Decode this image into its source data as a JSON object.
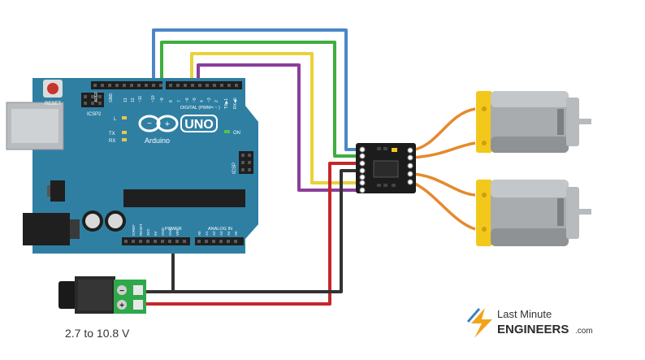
{
  "board": {
    "brand_text": "UNO",
    "sub_text": "Arduino",
    "reset_label": "RESET",
    "icsp2_label": "ICSP2",
    "icsp_label": "ICSP",
    "on_label": "ON",
    "l_label": "L",
    "tx_label": "TX",
    "rx_label": "RX",
    "aref_label": "AREF",
    "gnd_label": "GND",
    "digital_label": "DIGITAL (PWM= ~ )",
    "txd_label": "TX▶1",
    "rxd_label": "RX◀0",
    "power_label": "POWER",
    "analog_label": "ANALOG IN",
    "ioref_label": "IOREF",
    "reset_pin_label": "RESET",
    "v33_label": "3V3",
    "v5_label": "5V",
    "gnd1_label": "GND",
    "gnd2_label": "GND",
    "vin_label": "VIN",
    "a0_label": "A0",
    "a1_label": "A1",
    "a2_label": "A2",
    "a3_label": "A3",
    "a4_label": "A4",
    "a5_label": "A5",
    "pin13_label": "13",
    "pin12_label": "12",
    "pin11_label": "~11",
    "pin10_label": "~10",
    "pin9_label": "~9",
    "pin8_label": "8",
    "pin7_label": "7",
    "pin6_label": "~6",
    "pin5_label": "~5",
    "pin4_label": "4",
    "pin3_label": "~3",
    "pin2_label": "2"
  },
  "jack": {
    "minus_symbol": "−",
    "plus_symbol": "+"
  },
  "caption": "2.7 to 10.8 V",
  "logo": {
    "line1": "Last Minute",
    "line2": "ENGINEERS",
    "suffix": ".com"
  },
  "colors": {
    "board": "#2f7fa3",
    "wire_blue": "#4a86c8",
    "wire_green": "#3fae3f",
    "wire_yellow": "#e8d23a",
    "wire_purple": "#8b3f9a",
    "wire_red": "#c4262b",
    "wire_black": "#333333",
    "motor_yellow": "#f2c81b",
    "motor_wire": "#e58a2e"
  }
}
